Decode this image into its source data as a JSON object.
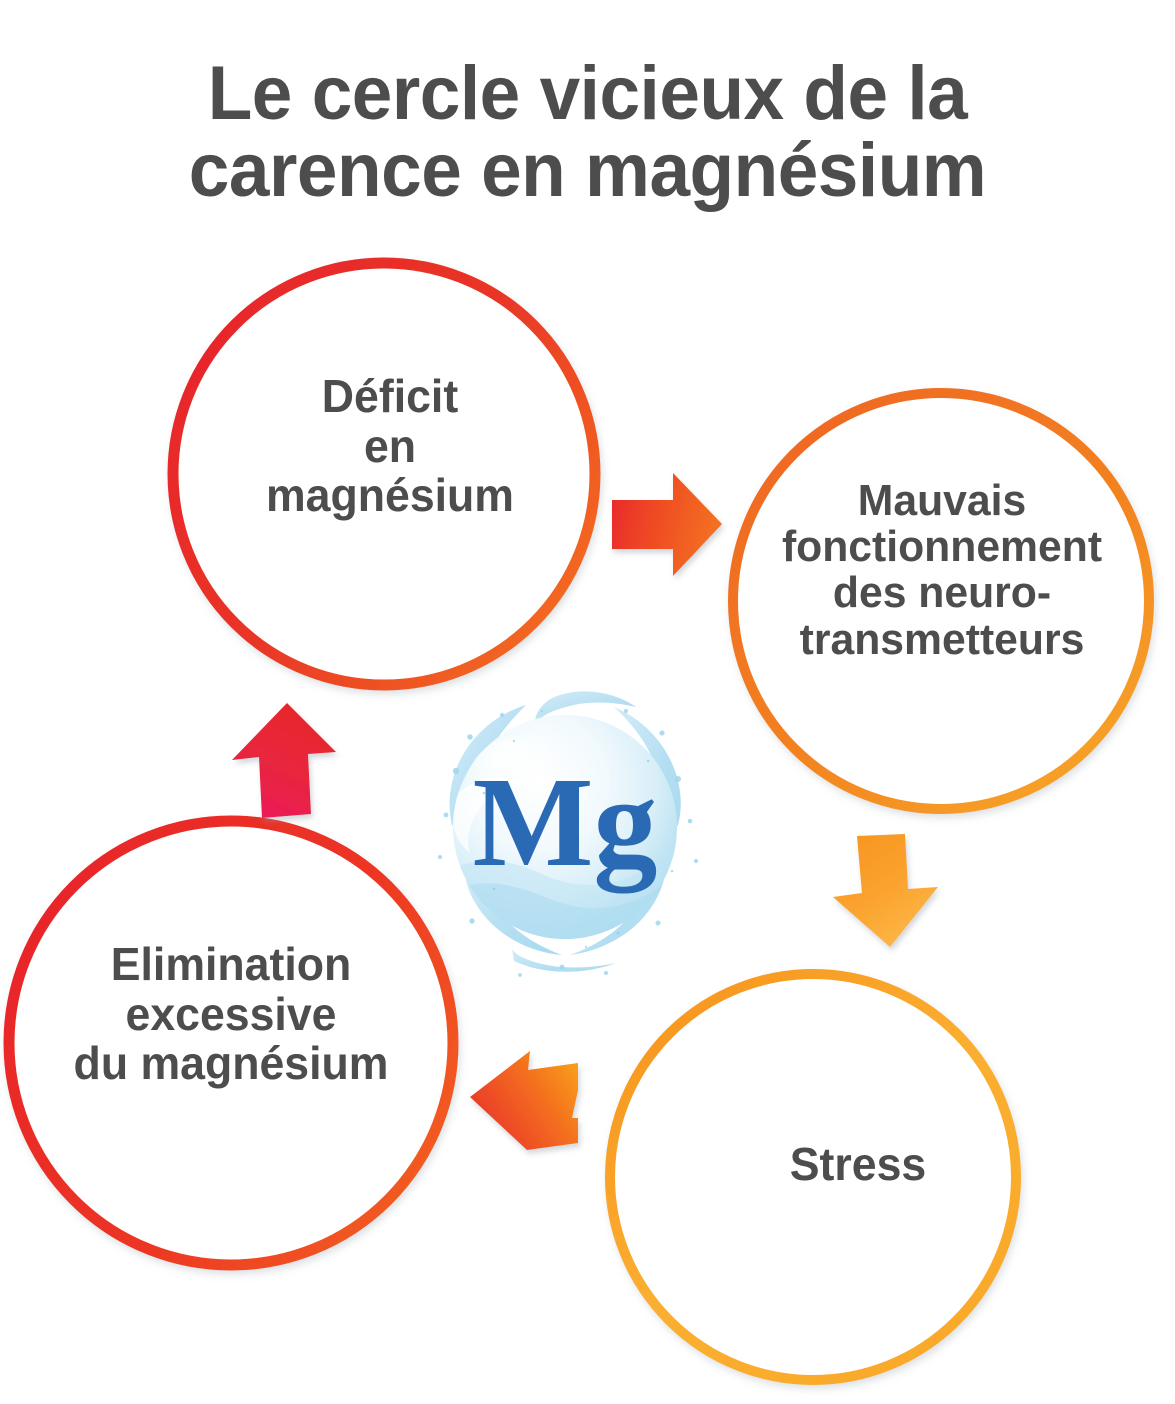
{
  "title": {
    "text": "Le cercle vicieux de la\ncarence en magnésium",
    "color": "#4d4d4d"
  },
  "center": {
    "symbol": "Mg",
    "symbol_color": "#2a6ab5",
    "graphic": "water-splash-sphere"
  },
  "diagram": {
    "type": "cycle",
    "direction": "clockwise",
    "nodes": [
      {
        "id": "deficit",
        "label": "Déficit\nen\nmagnésium",
        "stroke_start": "#e8252a",
        "stroke_end": "#f26522",
        "position": "top-left"
      },
      {
        "id": "neurotransmitters",
        "label": "Mauvais\nfonctionnement\ndes neuro-\ntransmetteurs",
        "stroke_start": "#ef6522",
        "stroke_end": "#f5a623",
        "position": "top-right"
      },
      {
        "id": "stress",
        "label": "Stress",
        "stroke_start": "#f7941e",
        "stroke_end": "#fbb040",
        "position": "bottom-right"
      },
      {
        "id": "elimination",
        "label": "Elimination\nexcessive\ndu magnésium",
        "stroke_start": "#e8252a",
        "stroke_end": "#f15a24",
        "position": "bottom-left"
      }
    ],
    "arrows": [
      {
        "id": "deficit-to-neuro",
        "direction": "right",
        "from": "deficit",
        "to": "neurotransmitters",
        "color_start": "#e8272c",
        "color_end": "#f36f21"
      },
      {
        "id": "neuro-to-stress",
        "direction": "down",
        "from": "neurotransmitters",
        "to": "stress",
        "color_start": "#f79520",
        "color_end": "#fcb040"
      },
      {
        "id": "stress-to-elimination",
        "direction": "left",
        "from": "stress",
        "to": "elimination",
        "color_start": "#f9a11b",
        "color_end": "#e8342a"
      },
      {
        "id": "elimination-to-deficit",
        "direction": "up",
        "from": "elimination",
        "to": "deficit",
        "color_start": "#e8252a",
        "color_end": "#ec1b5a"
      }
    ]
  }
}
